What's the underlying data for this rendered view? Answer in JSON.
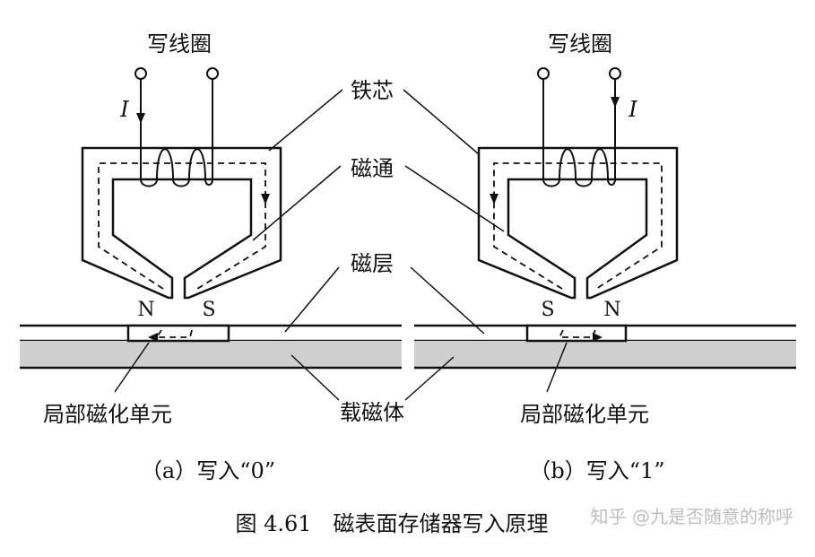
{
  "labels": {
    "write_coil_left": "写线圈",
    "write_coil_right": "写线圈",
    "core": "铁芯",
    "flux": "磁通",
    "magnetic_layer": "磁层",
    "carrier": "载磁体",
    "local_cell_left": "局部磁化单元",
    "local_cell_right": "局部磁化单元",
    "current_left": "I",
    "current_right": "I",
    "pole_n_left": "N",
    "pole_s_left": "S",
    "pole_s_right": "S",
    "pole_n_right": "N"
  },
  "captions": {
    "a": "（a）写入“0”",
    "b": "（b）写入“1”"
  },
  "figure_title": "图 4.61　磁表面存储器写入原理",
  "watermark": "知乎 @九是否随意的称呼",
  "colors": {
    "line": "#111111",
    "carrier_fill": "#cfcfcf",
    "watermark": "#bdbdbd"
  }
}
